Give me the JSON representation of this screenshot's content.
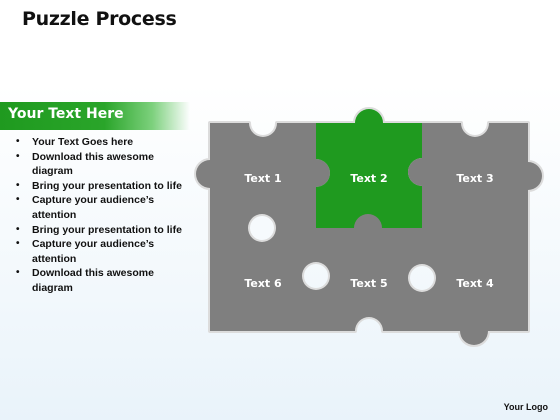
{
  "title": "Puzzle Process",
  "heading": "Your Text Here",
  "bullets": [
    "Your Text Goes here",
    "Download this awesome diagram",
    "Bring your presentation to life",
    "Capture your audience’s attention",
    "Bring your presentation to life",
    "Capture your audience’s attention",
    "Download this awesome diagram"
  ],
  "pieces": {
    "p1": {
      "label": "Text 1",
      "color": "#7f7f7f"
    },
    "p2": {
      "label": "Text 2",
      "color": "#1f9a1f"
    },
    "p3": {
      "label": "Text 3",
      "color": "#7f7f7f"
    },
    "p4": {
      "label": "Text 4",
      "color": "#7f7f7f"
    },
    "p5": {
      "label": "Text 5",
      "color": "#7f7f7f"
    },
    "p6": {
      "label": "Text 6",
      "color": "#7f7f7f"
    }
  },
  "logo": "Your Logo"
}
